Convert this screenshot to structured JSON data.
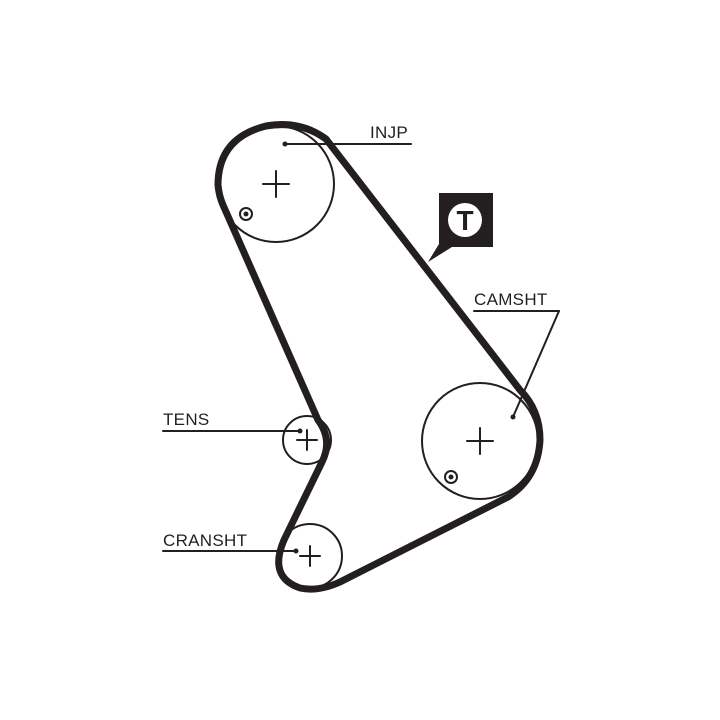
{
  "diagram": {
    "line_color": "#231f20",
    "background": "#ffffff",
    "labels": {
      "injp": "INJP",
      "camsht": "CAMSHT",
      "tens": "TENS",
      "cransht": "CRANSHT"
    },
    "badge": {
      "letter": "T",
      "icon": "tensioner-badge-icon"
    },
    "pulleys": [
      {
        "id": "injp",
        "has_timing_mark": true
      },
      {
        "id": "camsht",
        "has_timing_mark": true
      },
      {
        "id": "tens",
        "has_timing_mark": false
      },
      {
        "id": "cransht",
        "has_timing_mark": false
      }
    ]
  }
}
